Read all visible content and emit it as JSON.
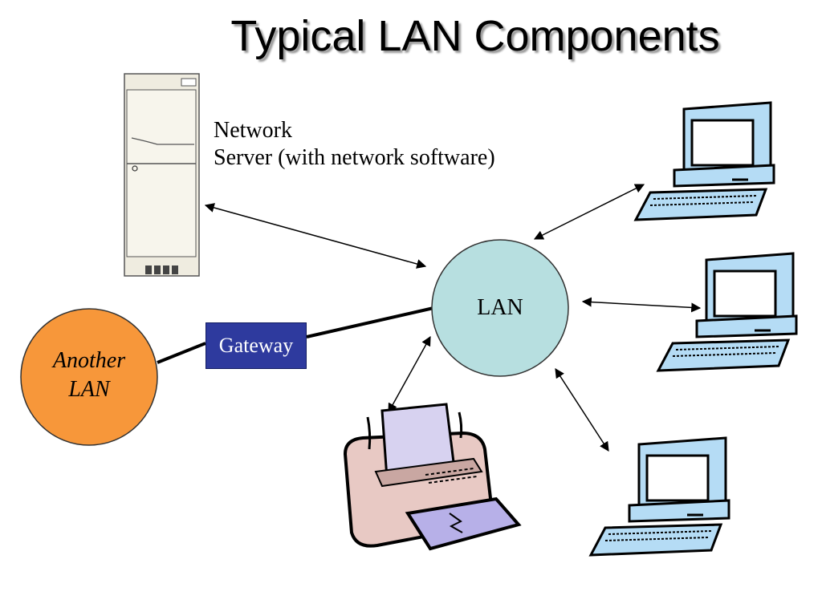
{
  "title": "Typical LAN Components",
  "nodes": {
    "server": {
      "label_line1": "Network",
      "label_line2": "Server (with network software)"
    },
    "lan": {
      "label": "LAN"
    },
    "another_lan": {
      "label_line1": "Another",
      "label_line2": "LAN"
    },
    "gateway": {
      "label": "Gateway"
    }
  },
  "colors": {
    "lan_fill": "#b7dfe0",
    "another_lan_fill": "#f7973a",
    "gateway_fill": "#2e3a9e",
    "computer_fill": "#b5dcf5",
    "server_fill": "#efece0"
  }
}
